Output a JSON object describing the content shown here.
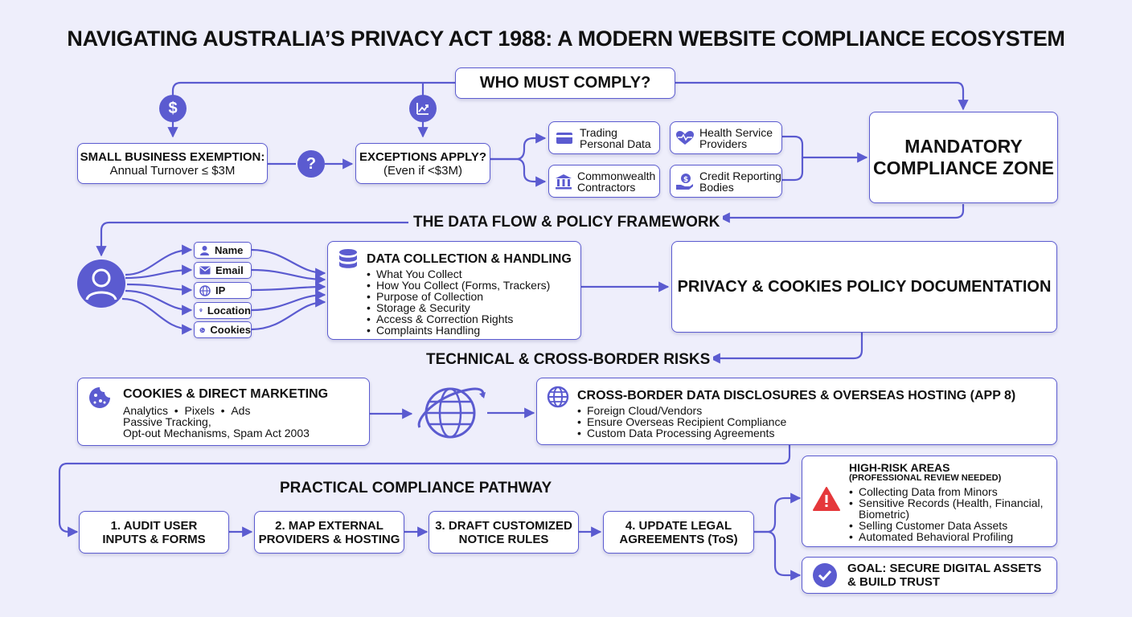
{
  "title": "NAVIGATING AUSTRALIA’S PRIVACY ACT 1988: A MODERN WEBSITE COMPLIANCE ECOSYSTEM",
  "who": {
    "label": "WHO MUST COMPLY?"
  },
  "small_business": {
    "heading": "SMALL BUSINESS EXEMPTION:",
    "detail": "Annual Turnover ≤ $3M"
  },
  "exceptions": {
    "heading": "EXCEPTIONS APPLY?",
    "detail": "(Even if <$3M)"
  },
  "entities": [
    {
      "line1": "Trading",
      "line2": "Personal Data"
    },
    {
      "line1": "Health Service",
      "line2": "Providers"
    },
    {
      "line1": "Commonwealth",
      "line2": "Contractors"
    },
    {
      "line1": "Credit Reporting",
      "line2": "Bodies"
    }
  ],
  "mandatory": {
    "line1": "MANDATORY",
    "line2": "COMPLIANCE ZONE"
  },
  "sections": {
    "data_flow": "THE DATA FLOW & POLICY FRAMEWORK",
    "risks": "TECHNICAL & CROSS-BORDER RISKS",
    "pathway": "PRACTICAL COMPLIANCE PATHWAY"
  },
  "inputs": [
    "Name",
    "Email",
    "IP",
    "Location",
    "Cookies"
  ],
  "collection": {
    "heading": "DATA COLLECTION & HANDLING",
    "items": [
      "What You Collect",
      "How You Collect (Forms, Trackers)",
      "Purpose of Collection",
      "Storage & Security",
      "Access & Correction Rights",
      "Complaints Handling"
    ]
  },
  "policy": {
    "label": "PRIVACY & COOKIES POLICY DOCUMENTATION"
  },
  "cookies": {
    "heading": "COOKIES & DIRECT MARKETING",
    "items": [
      "Analytics",
      "Pixels",
      "Ads"
    ],
    "line2": "Passive Tracking,",
    "line3": "Opt-out Mechanisms, Spam Act 2003"
  },
  "cross_border": {
    "heading": "CROSS-BORDER DATA DISCLOSURES & OVERSEAS HOSTING (APP 8)",
    "items": [
      "Foreign Cloud/Vendors",
      "Ensure Overseas Recipient Compliance",
      "Custom Data Processing Agreements"
    ]
  },
  "steps": [
    {
      "line1": "1. AUDIT USER",
      "line2": "INPUTS & FORMS"
    },
    {
      "line1": "2. MAP EXTERNAL",
      "line2": "PROVIDERS & HOSTING"
    },
    {
      "line1": "3. DRAFT CUSTOMIZED",
      "line2": "NOTICE RULES"
    },
    {
      "line1": "4. UPDATE LEGAL",
      "line2": "AGREEMENTS (ToS)"
    }
  ],
  "high_risk": {
    "heading": "HIGH-RISK AREAS",
    "subheading": "(PROFESSIONAL REVIEW NEEDED)",
    "items": [
      "Collecting Data from Minors",
      "Sensitive Records (Health, Financial, Biometric)",
      "Selling Customer Data Assets",
      "Automated Behavioral Profiling"
    ]
  },
  "goal": {
    "line1": "GOAL: SECURE DIGITAL ASSETS",
    "line2": "& BUILD TRUST"
  },
  "colors": {
    "accent": "#5b5bd0",
    "background": "#eeeefb",
    "danger": "#e5383b"
  }
}
